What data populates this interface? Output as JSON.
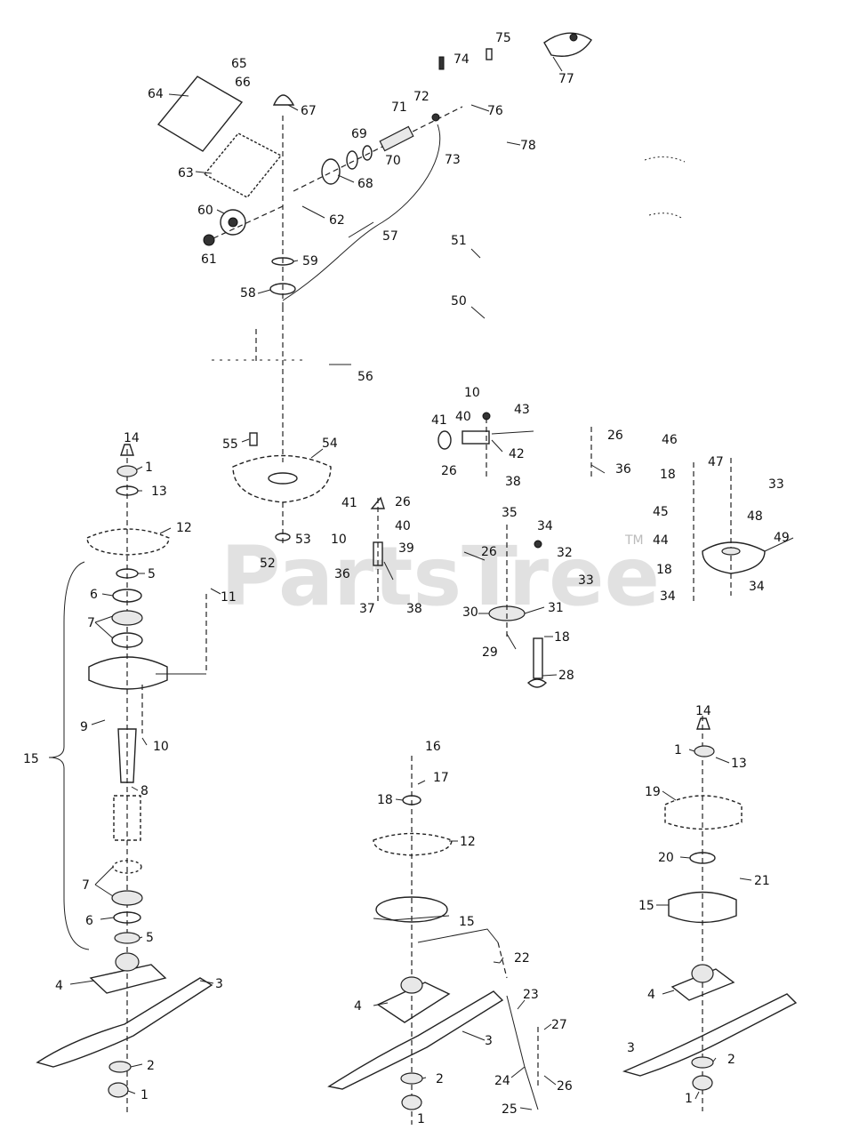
{
  "watermark": {
    "text": "PartsTree",
    "tm": "TM"
  },
  "callouts": {
    "n1": "1",
    "n2": "2",
    "n3": "3",
    "n4": "4",
    "n5": "5",
    "n6": "6",
    "n7": "7",
    "n8": "8",
    "n9": "9",
    "n10": "10",
    "n11": "11",
    "n12": "12",
    "n13": "13",
    "n14": "14",
    "n15": "15",
    "n16": "16",
    "n17": "17",
    "n18": "18",
    "n19": "19",
    "n20": "20",
    "n21": "21",
    "n22": "22",
    "n23": "23",
    "n24": "24",
    "n25": "25",
    "n26": "26",
    "n27": "27",
    "n28": "28",
    "n29": "29",
    "n30": "30",
    "n31": "31",
    "n32": "32",
    "n33": "33",
    "n34": "34",
    "n35": "35",
    "n36": "36",
    "n37": "37",
    "n38": "38",
    "n39": "39",
    "n40": "40",
    "n41": "41",
    "n42": "42",
    "n43": "43",
    "n44": "44",
    "n45": "45",
    "n46": "46",
    "n47": "47",
    "n48": "48",
    "n49": "49",
    "n50": "50",
    "n51": "51",
    "n52": "52",
    "n53": "53",
    "n54": "54",
    "n55": "55",
    "n56": "56",
    "n57": "57",
    "n58": "58",
    "n59": "59",
    "n60": "60",
    "n61": "61",
    "n62": "62",
    "n63": "63",
    "n64": "64",
    "n65": "65",
    "n66": "66",
    "n67": "67",
    "n68": "68",
    "n69": "69",
    "n70": "70",
    "n71": "71",
    "n72": "72",
    "n73": "73",
    "n74": "74",
    "n75": "75",
    "n76": "76",
    "n77": "77",
    "n78": "78"
  }
}
